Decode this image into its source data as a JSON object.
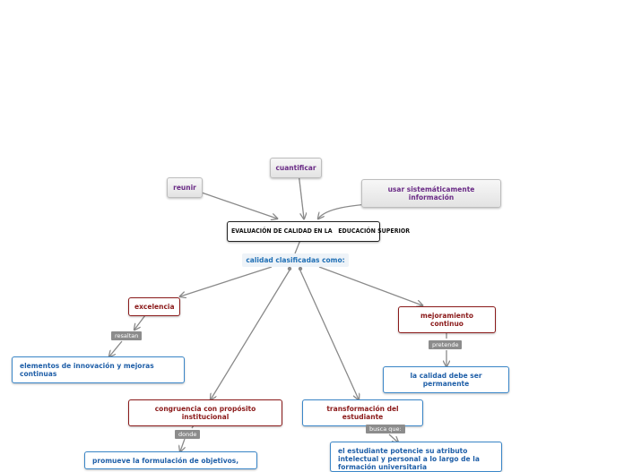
{
  "nodes": {
    "reunir": "reunir",
    "cuantificar": "cuantificar",
    "usar": "usar sistemáticamente información",
    "root": "EVALUACIÓN DE CALIDAD EN LA   EDUCACIÓN SUPERIOR",
    "sub": "calidad clasificadas como:",
    "excelencia": "excelencia",
    "mejoramiento": "mejoramiento continuo",
    "congruencia": "congruencia con propósito institucional",
    "transformacion": "transformación del estudiante",
    "elementos": "elementos de innovación y mejoras continuas",
    "permanente": "la calidad debe ser permanente",
    "promueve": "promueve la formulación de objetivos,",
    "potencie": "el estudiante potencie su atributo intelectual y personal a lo largo de la formación universitaria"
  },
  "labels": {
    "resaltan": "resaltan",
    "pretende": "pretende",
    "donde": "donde",
    "busca": "busca que:"
  },
  "colors": {
    "link": "#8a8a8a",
    "red_border": "#8b1a1a",
    "blue_border": "#3a86c8",
    "grey_text": "#6a2b86"
  }
}
